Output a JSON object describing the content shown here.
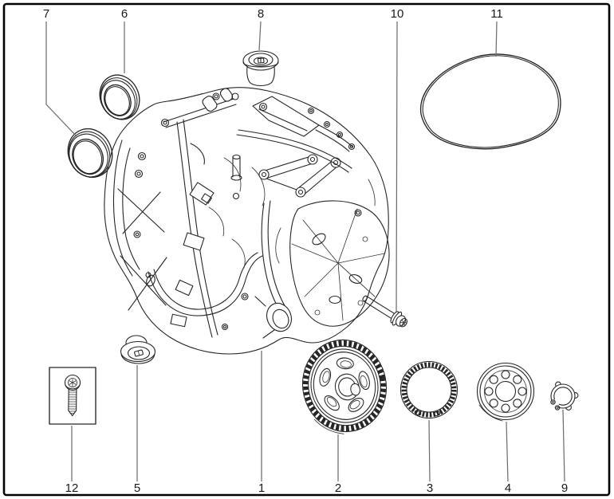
{
  "diagram": {
    "figure_type": "exploded-parts-diagram",
    "colors": {
      "background": "#ffffff",
      "line": "#262626",
      "leader": "#6e6e6e",
      "border": "#000000",
      "label_text": "#1a1a1a"
    },
    "callouts": {
      "n1": {
        "label": "1"
      },
      "n2": {
        "label": "2"
      },
      "n3": {
        "label": "3"
      },
      "n4": {
        "label": "4"
      },
      "n5": {
        "label": "5"
      },
      "n6": {
        "label": "6"
      },
      "n7": {
        "label": "7"
      },
      "n8": {
        "label": "8"
      },
      "n9": {
        "label": "9"
      },
      "n10": {
        "label": "10"
      },
      "n11": {
        "label": "11"
      },
      "n12": {
        "label": "12"
      }
    }
  }
}
